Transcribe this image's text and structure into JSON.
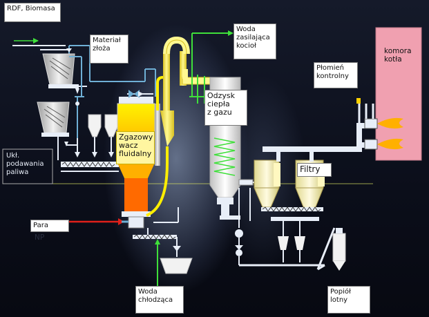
{
  "labels": {
    "rdf_biomass": "RDF, Biomasa",
    "bed_material": "Materiał\nzłoża",
    "feed_water": "Woda\nzasilająca\nkocioł",
    "pilot_flame": "Płomień\nkontrolny",
    "boiler_chamber": "komora\nkotła",
    "heat_recovery": "Odzysk\nciepła\nz gazu",
    "gasifier": "Zgazowy\nwacz\nfluidalny",
    "fuel_feed_system": "Ukł.\npodawania\npaliwa",
    "filters": "Filtry",
    "steam": "Para",
    "steam_sub": "NP",
    "cooling_water": "Woda\nchłodząca",
    "fly_ash": "Popiół\nlotny"
  },
  "colors": {
    "pipe_white": "#e8eef8",
    "pipe_blue": "#6fb0d6",
    "pipe_green": "#3fe03a",
    "pipe_red": "#e0201a",
    "pipe_yellow": "#f0e020",
    "gasifier_yellow": "#ffee00",
    "gasifier_orange": "#ff6a00",
    "boiler_pink": "#f0a0b0",
    "flame_orange": "#ffb000",
    "label_bg": "#ffffff"
  }
}
